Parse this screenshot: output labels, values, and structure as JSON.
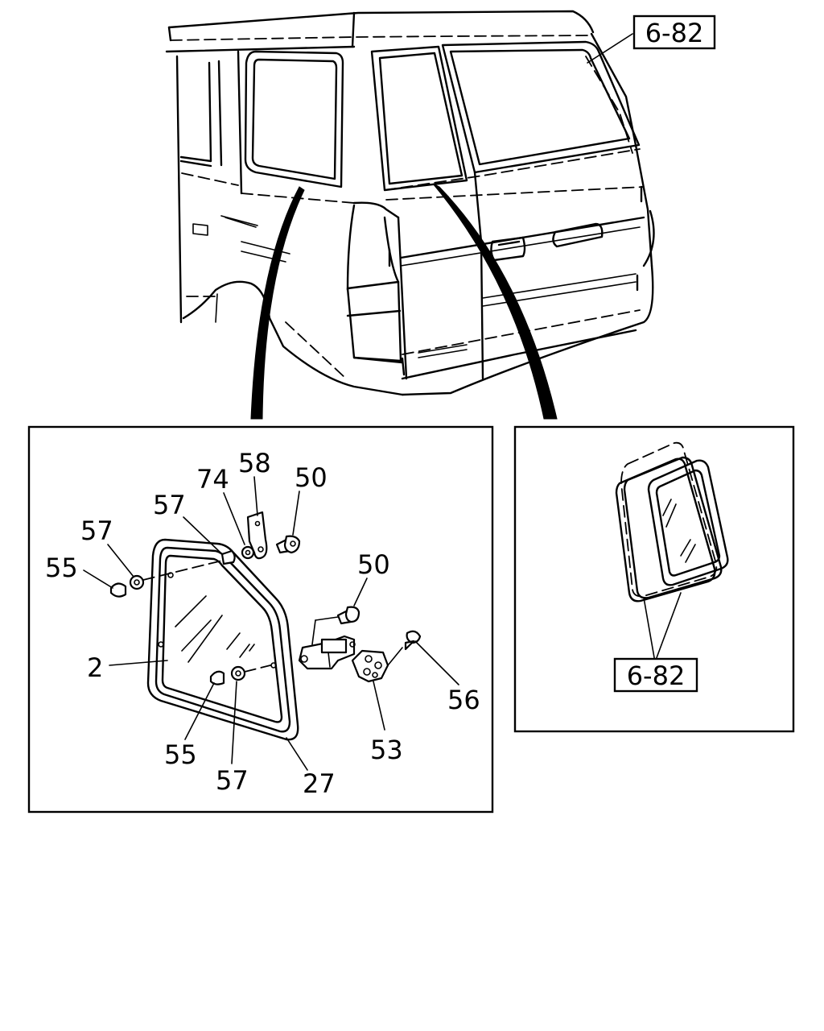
{
  "references": {
    "top": "6-82",
    "inset": "6-82"
  },
  "callouts": {
    "c58": "58",
    "c74": "74",
    "c50a": "50",
    "c57a": "57",
    "c57b": "57",
    "c55a": "55",
    "c50b": "50",
    "c2": "2",
    "c56": "56",
    "c55b": "55",
    "c53": "53",
    "c57c": "57",
    "c27": "27"
  }
}
